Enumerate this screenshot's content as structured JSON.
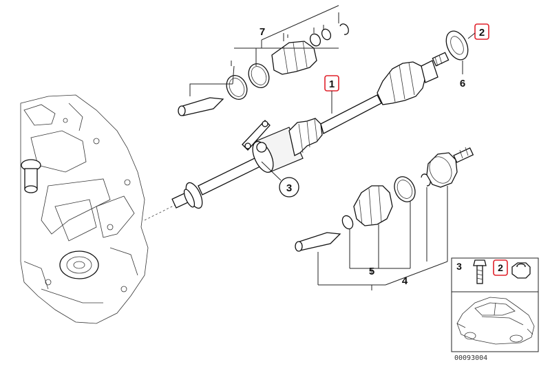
{
  "labels": {
    "shaft": "1",
    "part2_top": "2",
    "part3_callout": "3",
    "part4": "4",
    "part5": "5",
    "part6": "6",
    "part7": "7"
  },
  "inset": {
    "label_bolt": "3",
    "label_nut": "2"
  },
  "diagram_code": "00093004",
  "colors": {
    "highlight": "#e0202a",
    "line": "#222222"
  },
  "icons": [
    "bolt-icon",
    "nut-icon",
    "car-silhouette-icon"
  ]
}
